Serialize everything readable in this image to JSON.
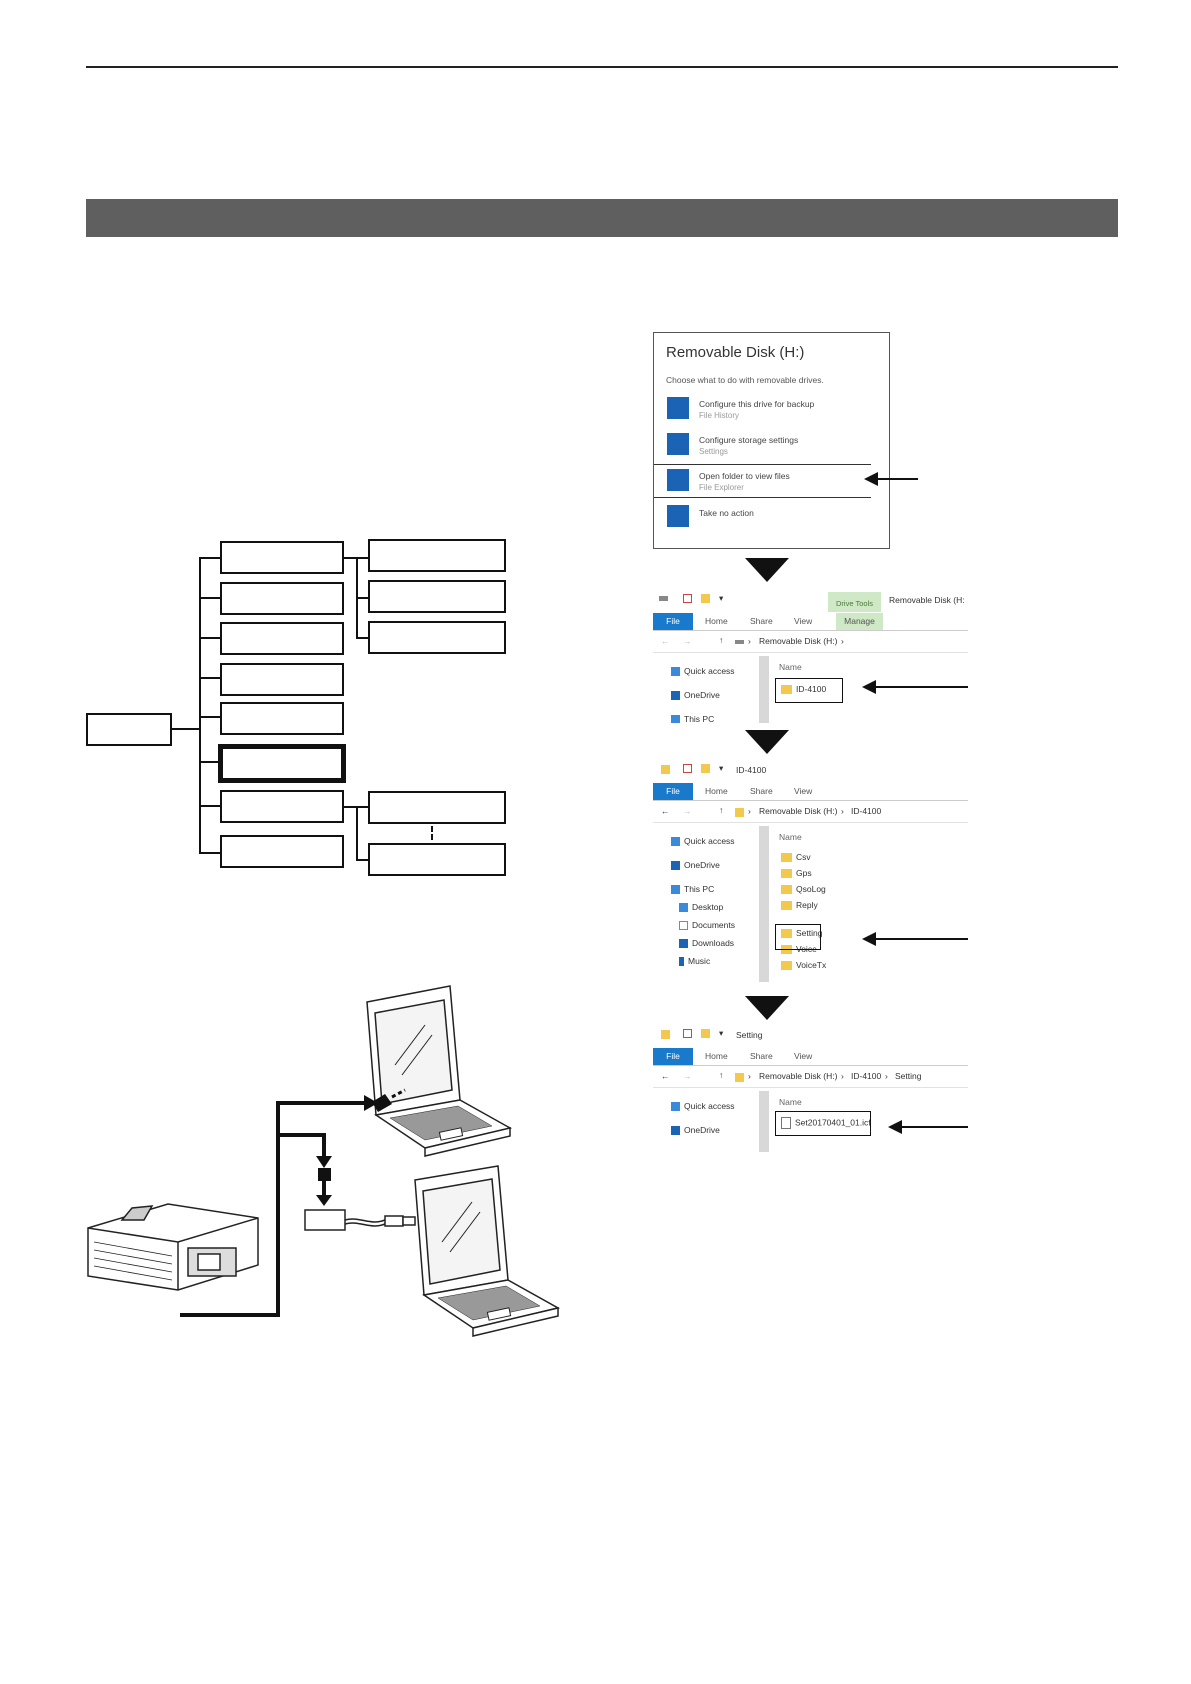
{
  "dialog": {
    "title": "Removable Disk (H:)",
    "subtitle": "Choose what to do with removable drives.",
    "options": [
      {
        "main": "Configure this drive for backup",
        "sub": "File History"
      },
      {
        "main": "Configure storage settings",
        "sub": "Settings"
      },
      {
        "main": "Open folder to view files",
        "sub": "File Explorer"
      },
      {
        "main": "Take no action",
        "sub": ""
      }
    ]
  },
  "explorer1": {
    "contextual_tab": "Drive Tools",
    "window_title": "Removable Disk (H:",
    "tabs": [
      "File",
      "Home",
      "Share",
      "View",
      "Manage"
    ],
    "path": [
      "Removable Disk (H:)"
    ],
    "nav": [
      "Quick access",
      "OneDrive",
      "This PC"
    ],
    "column": "Name",
    "items": [
      "ID-4100"
    ]
  },
  "explorer2": {
    "window_title": "ID-4100",
    "tabs": [
      "File",
      "Home",
      "Share",
      "View"
    ],
    "path": [
      "Removable Disk (H:)",
      "ID-4100"
    ],
    "nav": [
      "Quick access",
      "OneDrive",
      "This PC",
      "Desktop",
      "Documents",
      "Downloads",
      "Music"
    ],
    "column": "Name",
    "items": [
      "Csv",
      "Gps",
      "QsoLog",
      "Reply",
      "Setting",
      "Voice",
      "VoiceTx"
    ]
  },
  "explorer3": {
    "window_title": "Setting",
    "tabs": [
      "File",
      "Home",
      "Share",
      "View"
    ],
    "path": [
      "Removable Disk (H:)",
      "ID-4100",
      "Setting"
    ],
    "nav": [
      "Quick access",
      "OneDrive"
    ],
    "column": "Name",
    "items": [
      "Set20170401_01.icf"
    ]
  },
  "colors": {
    "band": "#5f5f5f",
    "file_tab": "#1979ca",
    "folder": "#f2c94c",
    "drive_tools": "#cfe8c5"
  }
}
